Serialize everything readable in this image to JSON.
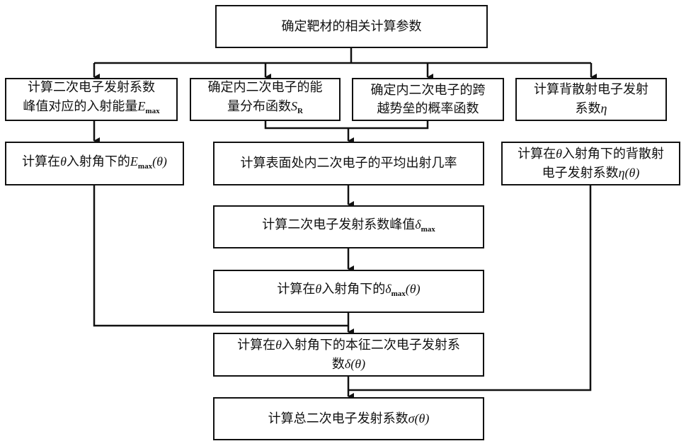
{
  "diagram": {
    "type": "flowchart",
    "nodes": {
      "params": {
        "text": "确定靶材的相关计算参数"
      },
      "emax": {
        "line1": "计算二次电子发射系数",
        "line2": "峰值对应的入射能量",
        "var": "E",
        "sub": "max"
      },
      "sr": {
        "line1": "确定内二次电子的能",
        "line2": "量分布函数",
        "var": "S",
        "sub": "R"
      },
      "barrier": {
        "line1": "确定内二次电子的跨",
        "line2": "越势垒的概率函数"
      },
      "eta": {
        "line1": "计算背散射电子发射",
        "line2": "系数",
        "var": "η"
      },
      "emax_theta": {
        "prefix": "计算在",
        "theta": "θ",
        "mid": "入射角下的",
        "var": "E",
        "sub": "max",
        "suffix": "(θ)"
      },
      "escape": {
        "text": "计算表面处内二次电子的平均出射几率"
      },
      "eta_theta": {
        "line1_prefix": "计算在",
        "theta": "θ",
        "line1_suffix": "入射角下的背散射",
        "line2": "电子发射系数",
        "var": "η(θ)"
      },
      "dmax": {
        "text": "计算二次电子发射系数峰值",
        "var": "δ",
        "sub": "max"
      },
      "dmax_theta": {
        "prefix": "计算在",
        "theta": "θ",
        "mid": "入射角下的",
        "var": "δ",
        "sub": "max",
        "suffix": "(θ)"
      },
      "delta_theta": {
        "line1_prefix": "计算在",
        "theta": "θ",
        "line1_suffix": "入射角下的本征二次电子发射系",
        "line2": "数",
        "var": "δ(θ)"
      },
      "sigma_theta": {
        "text": "计算总二次电子发射系数",
        "var": "σ(θ)"
      }
    },
    "edges": [
      [
        "params",
        "emax"
      ],
      [
        "params",
        "sr"
      ],
      [
        "params",
        "barrier"
      ],
      [
        "params",
        "eta"
      ],
      [
        "emax",
        "emax_theta"
      ],
      [
        "sr",
        "escape"
      ],
      [
        "barrier",
        "escape"
      ],
      [
        "eta",
        "eta_theta"
      ],
      [
        "escape",
        "dmax"
      ],
      [
        "dmax",
        "dmax_theta"
      ],
      [
        "dmax_theta",
        "delta_theta"
      ],
      [
        "emax_theta",
        "delta_theta"
      ],
      [
        "delta_theta",
        "sigma_theta"
      ],
      [
        "eta_theta",
        "sigma_theta"
      ]
    ]
  }
}
